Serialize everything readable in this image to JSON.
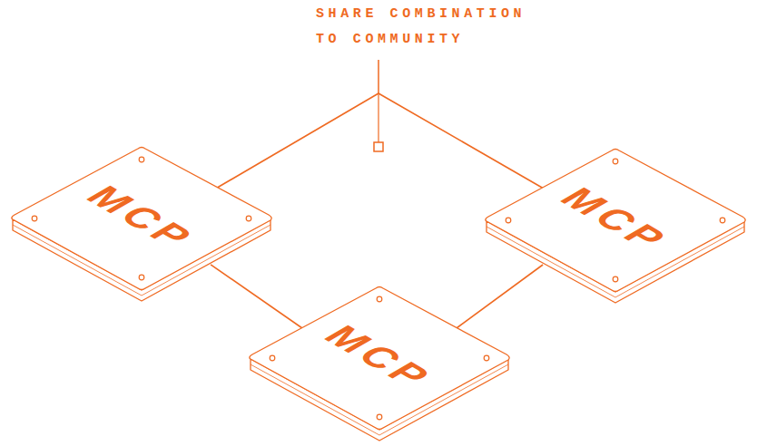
{
  "diagram": {
    "nodes": [
      {
        "text": [
          "MCP"
        ]
      },
      {
        "text": [
          "MCP"
        ]
      },
      {
        "text": [
          "MCP"
        ]
      }
    ],
    "edges": [
      {
        "from": 0,
        "to": 1,
        "arrow": "none"
      },
      {
        "from": 0,
        "to": 2,
        "arrow": "none"
      },
      {
        "from": 1,
        "to": 2,
        "arrow": "none"
      }
    ],
    "labels": [
      "SHARE COMBINATION TO COMMUNITY"
    ]
  }
}
